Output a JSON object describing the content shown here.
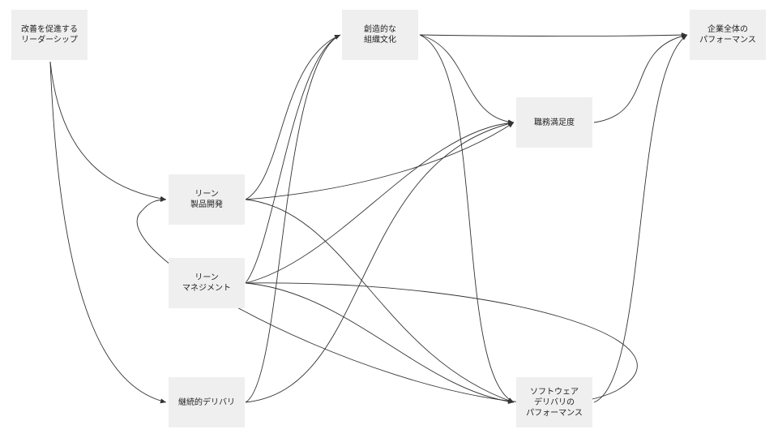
{
  "nodes": {
    "leadership": {
      "line1": "改善を促進する",
      "line2": "リーダーシップ"
    },
    "culture": {
      "line1": "創造的な",
      "line2": "組織文化"
    },
    "org_perf": {
      "line1": "企業全体の",
      "line2": "パフォーマンス"
    },
    "job_sat": {
      "line1": "職務満足度"
    },
    "lean_product": {
      "line1": "リーン",
      "line2": "製品開発"
    },
    "lean_mgmt": {
      "line1": "リーン",
      "line2": "マネジメント"
    },
    "cd": {
      "line1": "継続的デリバリ"
    },
    "sd_perf": {
      "line1": "ソフトウェア",
      "line2": "デリバリの",
      "line3": "パフォーマンス"
    }
  },
  "edges": [
    {
      "from": "leadership",
      "to": "lean_product"
    },
    {
      "from": "leadership",
      "to": "cd"
    },
    {
      "from": "lean_product",
      "to": "culture"
    },
    {
      "from": "lean_product",
      "to": "job_sat"
    },
    {
      "from": "lean_product",
      "to": "sd_perf"
    },
    {
      "from": "lean_mgmt",
      "to": "culture"
    },
    {
      "from": "lean_mgmt",
      "to": "job_sat"
    },
    {
      "from": "lean_mgmt",
      "to": "sd_perf"
    },
    {
      "from": "lean_mgmt",
      "to": "lean_product"
    },
    {
      "from": "cd",
      "to": "culture"
    },
    {
      "from": "cd",
      "to": "job_sat"
    },
    {
      "from": "culture",
      "to": "org_perf"
    },
    {
      "from": "culture",
      "to": "job_sat"
    },
    {
      "from": "culture",
      "to": "sd_perf"
    },
    {
      "from": "job_sat",
      "to": "org_perf"
    },
    {
      "from": "sd_perf",
      "to": "org_perf"
    }
  ]
}
